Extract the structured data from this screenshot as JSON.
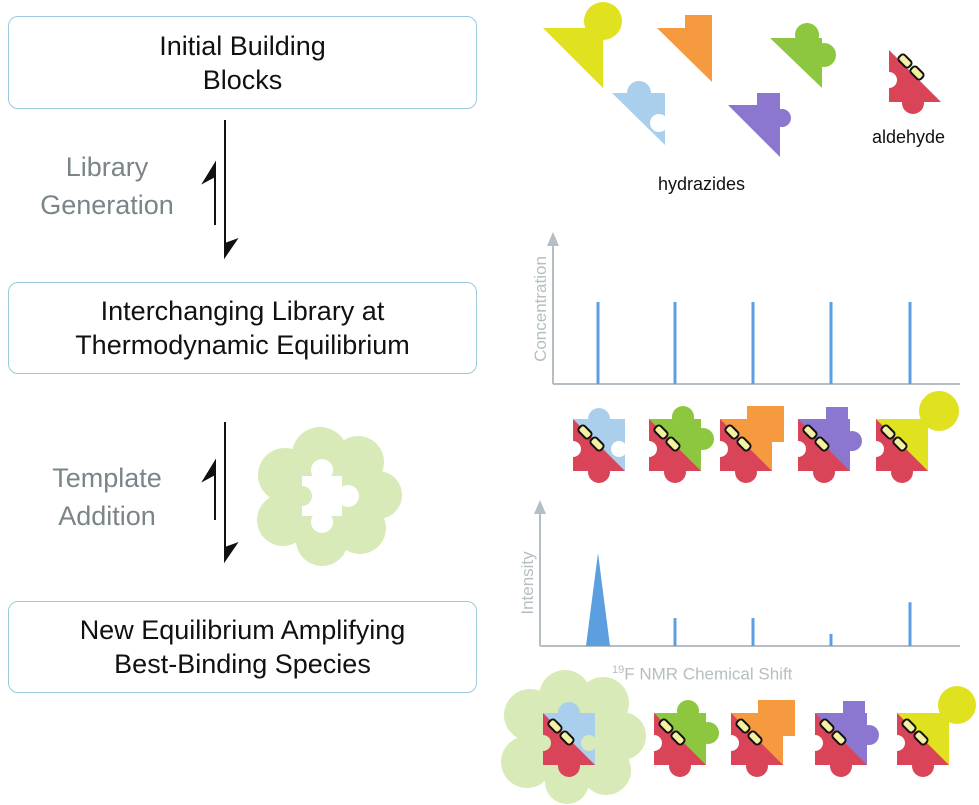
{
  "flow": {
    "step1": [
      "Initial Building",
      "Blocks"
    ],
    "step2": [
      "Interchanging Library at",
      "Thermodynamic Equilibrium"
    ],
    "step3": [
      "New Equilibrium Amplifying",
      "Best-Binding Species"
    ],
    "arrow1": [
      "Library",
      "Generation"
    ],
    "arrow2": [
      "Template",
      "Addition"
    ]
  },
  "labels": {
    "hydrazides": "hydrazides",
    "aldehyde": "aldehyde"
  },
  "chart_top": {
    "ylabel": "Concentration",
    "values": [
      1,
      1,
      1,
      1,
      1
    ]
  },
  "chart_bottom": {
    "ylabel": "Intensity",
    "xlabel_sup": "19",
    "xlabel": "F NMR Chemical Shift",
    "values": [
      1.0,
      0.3,
      0.3,
      0.13,
      0.47
    ]
  },
  "colors": {
    "box_border": "#9cc9dd",
    "yellow": "#e0e21f",
    "orange": "#f59a3e",
    "green": "#8dc63f",
    "lightblue": "#a9cfec",
    "purple": "#8c77d0",
    "red": "#d94458",
    "pink": "#e9958d",
    "bar": "#5b9fe0",
    "cloud": "#d8eab8"
  }
}
